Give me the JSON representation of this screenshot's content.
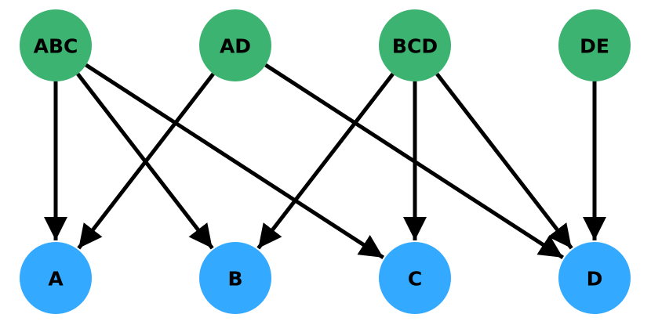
{
  "colors": {
    "top_node_fill": "#3cb371",
    "bottom_node_fill": "#33aaff",
    "edge_color": "#000000",
    "background": "#ffffff"
  },
  "top_nodes": [
    {
      "id": "ABC",
      "label": "ABC"
    },
    {
      "id": "AD",
      "label": "AD"
    },
    {
      "id": "BCD",
      "label": "BCD"
    },
    {
      "id": "DE",
      "label": "DE"
    }
  ],
  "bottom_nodes": [
    {
      "id": "A",
      "label": "A"
    },
    {
      "id": "B",
      "label": "B"
    },
    {
      "id": "C",
      "label": "C"
    },
    {
      "id": "D",
      "label": "D"
    }
  ],
  "edges": [
    {
      "from": "ABC",
      "to": "A"
    },
    {
      "from": "ABC",
      "to": "B"
    },
    {
      "from": "ABC",
      "to": "C"
    },
    {
      "from": "AD",
      "to": "A"
    },
    {
      "from": "AD",
      "to": "D"
    },
    {
      "from": "BCD",
      "to": "B"
    },
    {
      "from": "BCD",
      "to": "C"
    },
    {
      "from": "BCD",
      "to": "D"
    },
    {
      "from": "DE",
      "to": "D"
    }
  ]
}
